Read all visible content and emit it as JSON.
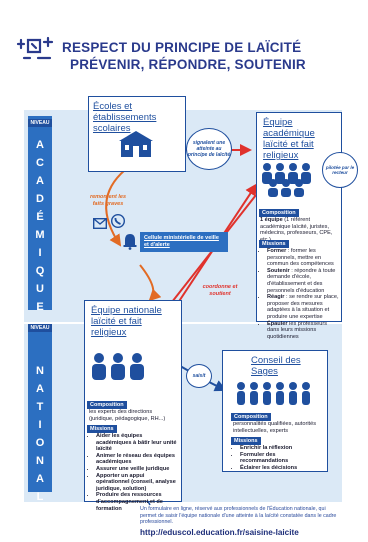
{
  "header": {
    "title_line1": "RESPECT DU PRINCIPE DE LAÏCITÉ",
    "title_line2": "PRÉVENIR, RÉPONDRE, SOUTENIR"
  },
  "levels": {
    "academique": {
      "tag": "NIVEAU",
      "letters": [
        "A",
        "C",
        "A",
        "D",
        "É",
        "M",
        "I",
        "Q",
        "U",
        "E"
      ]
    },
    "national": {
      "tag": "NIVEAU",
      "letters": [
        "N",
        "A",
        "T",
        "I",
        "O",
        "N",
        "A",
        "L"
      ]
    }
  },
  "ecoles": {
    "title": "Écoles et établissements scolaires"
  },
  "equipe_academique": {
    "title": "Équipe académique laïcité et fait religieux",
    "composition_tag": "Composition",
    "composition_bold": "1 équipe",
    "composition_text": " (1 référent académique laïcité, juristes, médecins, professeurs, CPE, etc.)",
    "missions_tag": "Missions",
    "missions": [
      {
        "bold": "Former",
        "text": " : former les personnels, mettre en commun des compétences"
      },
      {
        "bold": "Soutenir",
        "text": " : répondre à toute demande d'école, d'établissement et des personnels d'éducation"
      },
      {
        "bold": "Réagir",
        "text": " : se rendre sur place, proposer des mesures adaptées à la situation et produire une expertise"
      },
      {
        "bold": "Épauler",
        "text": " les professeurs dans leurs missions quotidiennes"
      }
    ]
  },
  "pilotee": "pilotée par le recteur",
  "signalent": "signalent une atteinte au principe de laïcité",
  "remontent": "remontent les faits graves",
  "cellule": "Cellule ministérielle de veille et d'alerte",
  "coordonne": "coordonne et soutient",
  "saisit": "saisit",
  "equipe_nationale": {
    "title": "Équipe nationale laïcité et fait religieux",
    "composition_tag": "Composition",
    "composition_text": "les experts des directions (juridique, pédagogique, RH...)",
    "missions_tag": "Missions",
    "missions": [
      "Aider les équipes académiques à bâtir leur unité laïcité",
      "Animer le réseau des équipes académiques",
      "Assurer une veille juridique",
      "Apporter un appui opérationnel (conseil, analyse juridique, solution)",
      "Produire des ressources d'accompagnement et de formation"
    ]
  },
  "conseil_sages": {
    "title": "Conseil des Sages",
    "composition_tag": "Composition",
    "composition_text": "personnalités qualifiées, autorités intellectuelles, experts",
    "missions_tag": "Missions",
    "missions": [
      "Enrichir la réflexion",
      "Formuler des recommandations",
      "Éclairer les décisions"
    ]
  },
  "footer": {
    "text": "Un formulaire en ligne, réservé aux professionnels de l'Éducation nationale, qui permet de saisir l'équipe nationale d'une atteinte à la laïcité constatée dans le cadre professionnel.",
    "url": "http://eduscol.education.fr/saisine-laicite"
  },
  "colors": {
    "primary": "#1f4f9e",
    "rail": "#2c6fc1",
    "band": "#dbe9f6",
    "accent_orange": "#e26b24",
    "accent_red": "#e0322c"
  },
  "icons": [
    "logo-icon",
    "school-icon",
    "people-icon",
    "mail-icon",
    "phone-icon",
    "bell-icon"
  ]
}
